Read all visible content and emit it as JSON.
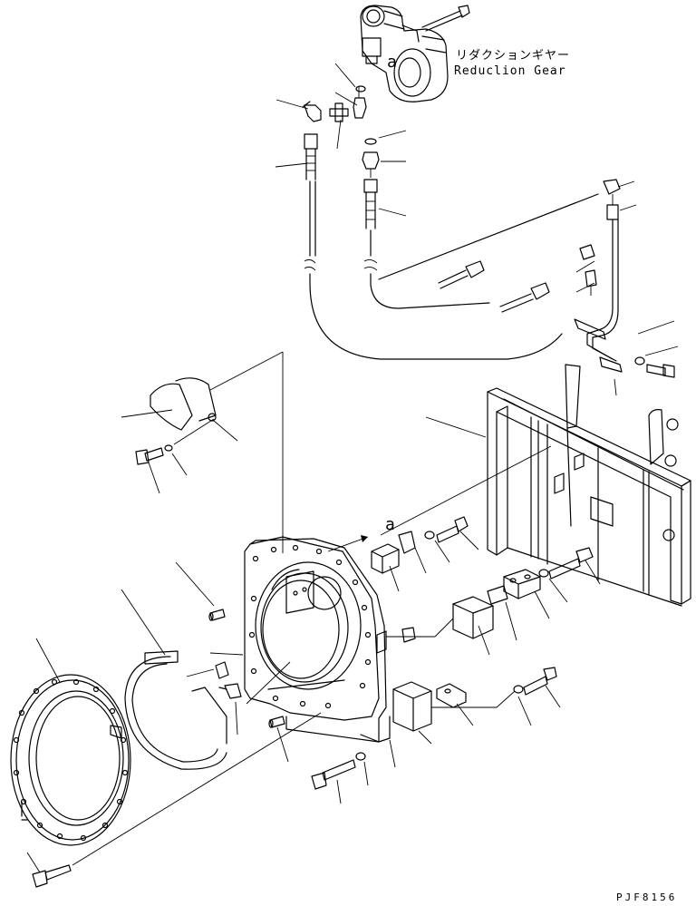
{
  "labels": {
    "reduction_gear_jp": "リダクションギヤー",
    "reduction_gear_en": "Reduclion Gear",
    "drawing_code": "PJF8156",
    "callout_top": "a",
    "callout_mid": "a"
  }
}
